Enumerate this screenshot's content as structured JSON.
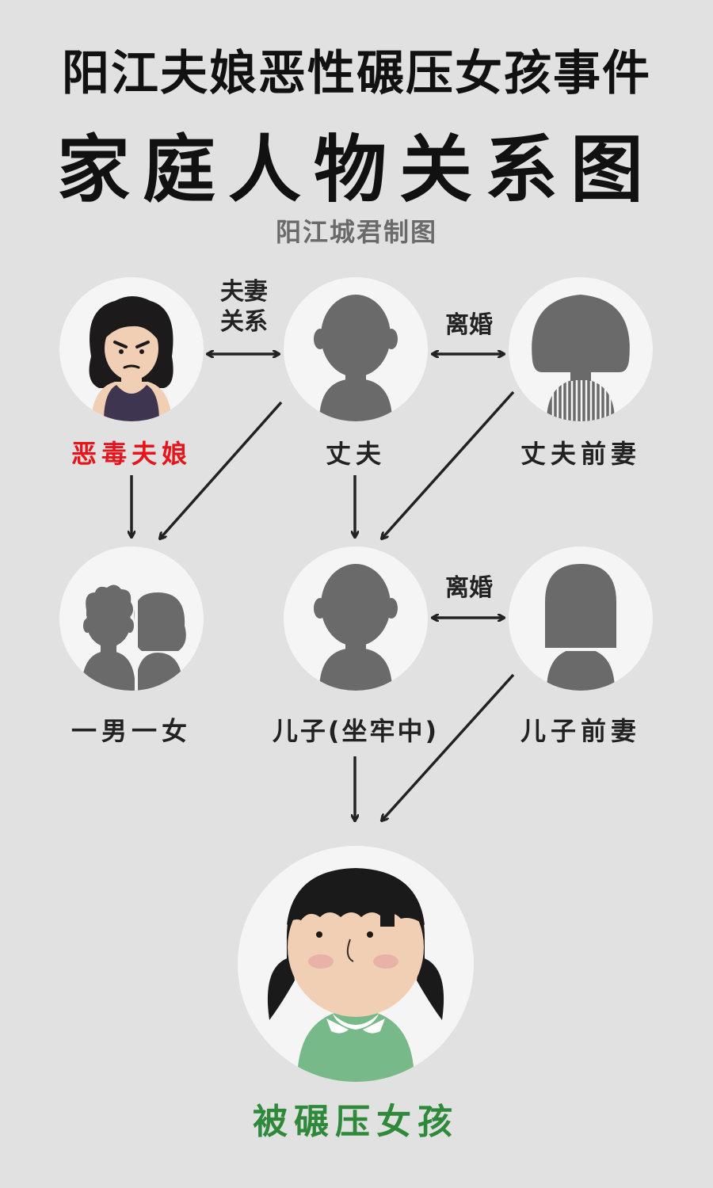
{
  "header": {
    "title_line1": "阳江夫娘恶性碾压女孩事件",
    "title_line2": "家庭人物关系图",
    "credit": "阳江城君制图"
  },
  "people": {
    "stepmother": "恶毒夫娘",
    "husband": "丈夫",
    "husband_ex_wife": "丈夫前妻",
    "children": "一男一女",
    "son": "儿子(坐牢中)",
    "son_ex_wife": "儿子前妻",
    "victim": "被碾压女孩"
  },
  "relations": {
    "couple_line1": "夫妻",
    "couple_line2": "关系",
    "divorce_top": "离婚",
    "divorce_mid": "离婚"
  },
  "colors": {
    "background": "#e1e1e1",
    "stepmother_label": "#e8141b",
    "victim_label": "#2e8a3a",
    "silhouette": "#6a6a6a"
  }
}
